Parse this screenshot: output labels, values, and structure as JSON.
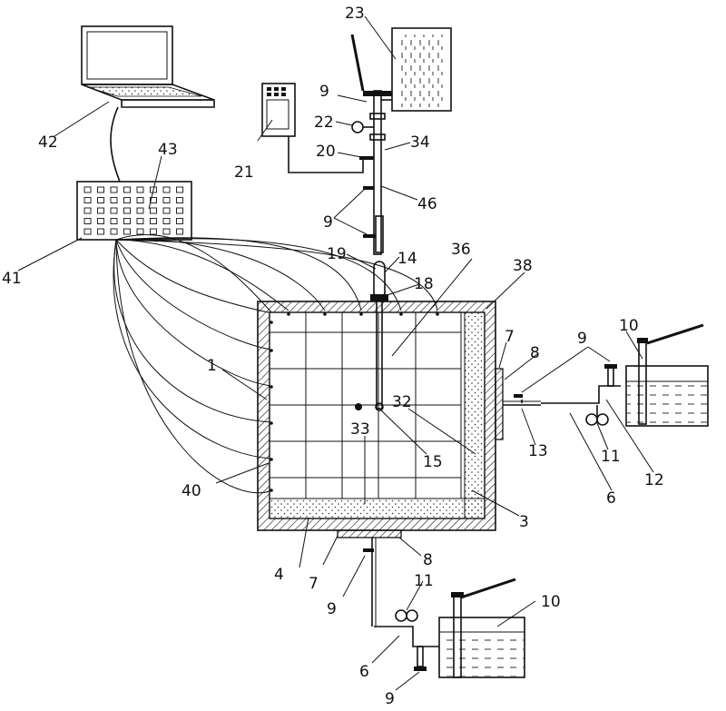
{
  "labels": {
    "l1": "1",
    "l3": "3",
    "l4": "4",
    "l6a": "6",
    "l6b": "6",
    "l7a": "7",
    "l7b": "7",
    "l8a": "8",
    "l8b": "8",
    "l9a": "9",
    "l9b": "9",
    "l9c": "9",
    "l9d": "9",
    "l9e": "9",
    "l10a": "10",
    "l10b": "10",
    "l11a": "11",
    "l11b": "11",
    "l12": "12",
    "l13": "13",
    "l14": "14",
    "l15": "15",
    "l18": "18",
    "l19": "19",
    "l20": "20",
    "l21": "21",
    "l22": "22",
    "l23": "23",
    "l32": "32",
    "l33": "33",
    "l34": "34",
    "l36": "36",
    "l38": "38",
    "l40": "40",
    "l41": "41",
    "l42": "42",
    "l43": "43",
    "l46": "46"
  }
}
